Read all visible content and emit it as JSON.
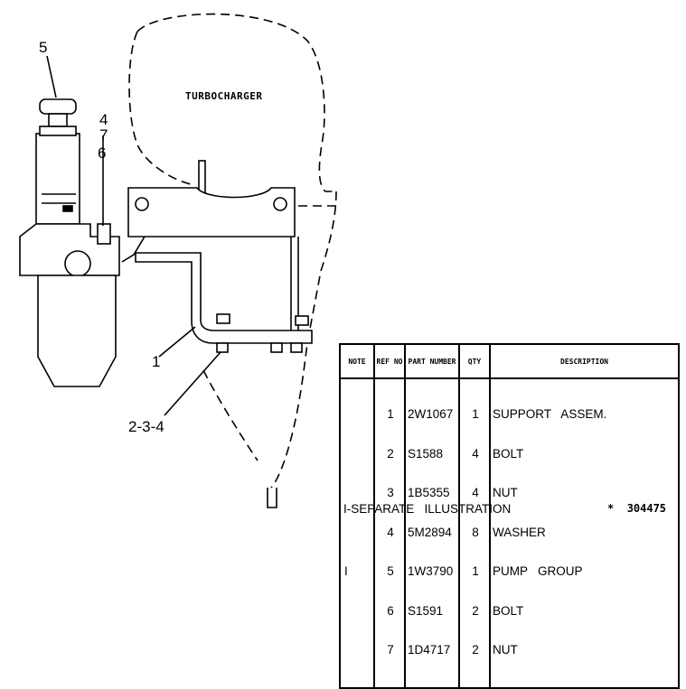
{
  "diagram": {
    "component_label": "TURBOCHARGER",
    "callouts": {
      "pump_top": "5",
      "nut_top_a": "4",
      "nut_top_b": "7",
      "nut_top_c": "6",
      "support": "1",
      "bolt_group": "2-3-4"
    }
  },
  "parts_table": {
    "headers": {
      "note": "NOTE",
      "ref_no": "REF NO",
      "part_number": "PART NUMBER",
      "qty": "QTY",
      "description": "DESCRIPTION"
    },
    "rows": [
      {
        "note": "",
        "ref": "1",
        "part": "2W1067",
        "qty": "1",
        "desc": "SUPPORT   ASSEM."
      },
      {
        "note": "",
        "ref": "2",
        "part": "S1588",
        "qty": "4",
        "desc": "BOLT"
      },
      {
        "note": "",
        "ref": "3",
        "part": "1B5355",
        "qty": "4",
        "desc": "NUT"
      },
      {
        "note": "",
        "ref": "4",
        "part": "5M2894",
        "qty": "8",
        "desc": "WASHER"
      },
      {
        "note": "I",
        "ref": "5",
        "part": "1W3790",
        "qty": "1",
        "desc": "PUMP   GROUP"
      },
      {
        "note": "",
        "ref": "6",
        "part": "S1591",
        "qty": "2",
        "desc": "BOLT"
      },
      {
        "note": "",
        "ref": "7",
        "part": "1D4717",
        "qty": "2",
        "desc": "NUT"
      }
    ]
  },
  "footer": {
    "note": "I-SEPARATE   ILLUSTRATION",
    "illustration_number": "304475",
    "illustration_mark": "*"
  }
}
